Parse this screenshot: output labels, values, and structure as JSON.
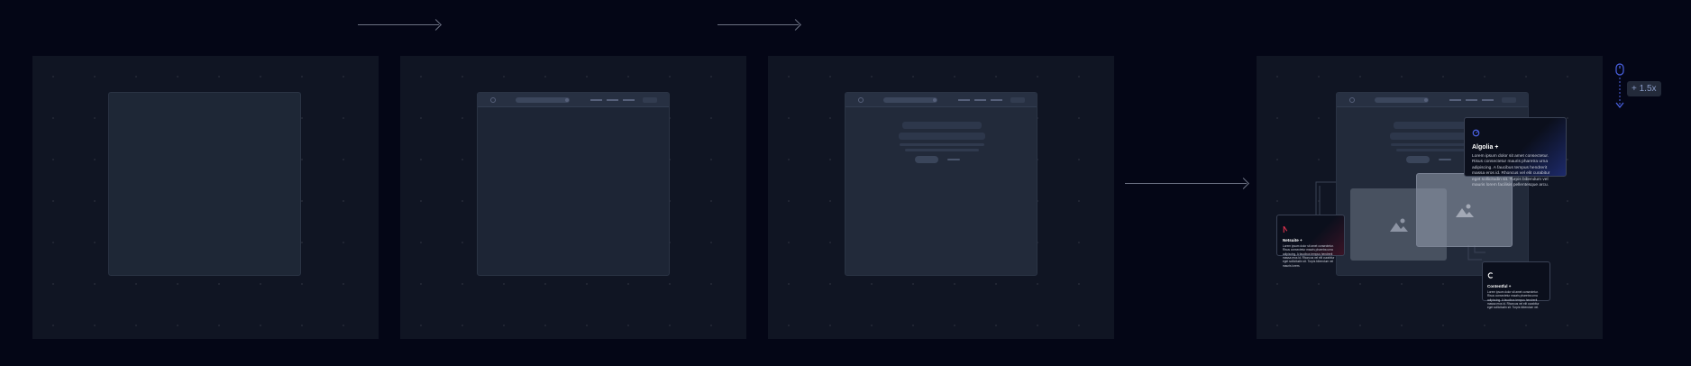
{
  "flow": {
    "zoom_label": "+ 1.5x"
  },
  "cards": {
    "algolia": {
      "title": "Algolia +",
      "text": "Lorem ipsum dolor sit amet consectetur. Risus consectetur mauris pharetra urna adipiscing. A faucibus tempus hendrerit massa eros id. Rhoncus vel elit curabitur eget sollicitudin sit. Turpis bibendum vel mauris lorem facilisis pellentesque arcu."
    },
    "netsuite": {
      "title": "Netsuite +",
      "text": "Lorem ipsum dolor sit amet consectetur. Risus consectetur mauris pharetra urna adipiscing. A faucibus tempus hendrerit massa eros id. Rhoncus vel elit curabitur eget sollicitudin sit. Turpis bibendum vel mauris lorem."
    },
    "contentful": {
      "title": "Contentful +",
      "text": "Lorem ipsum dolor sit amet consectetur. Risus consectetur mauris pharetra urna adipiscing. A faucibus tempus hendrerit massa eros id. Rhoncus vel elit curabitur eget sollicitudin sit. Turpis bibendum vel."
    }
  },
  "colors": {
    "background": "#040616",
    "panel": "#101523",
    "accent_blue": "#4b63e6",
    "accent_red": "#e2334f"
  }
}
